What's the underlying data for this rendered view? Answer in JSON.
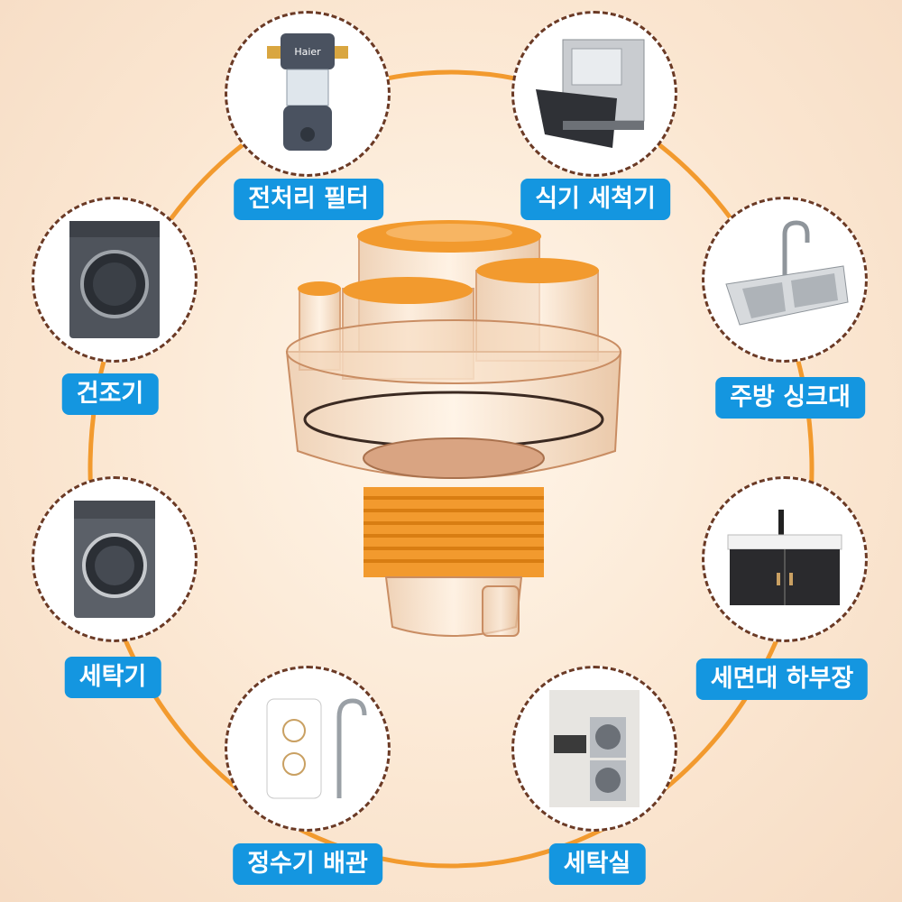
{
  "colors": {
    "accent_orange": "#f29a2e",
    "label_blue": "#1496e0",
    "dashed_border": "#6b3a25"
  },
  "applications": [
    {
      "label": "전처리 필터",
      "icon": "pre-filter-icon"
    },
    {
      "label": "식기 세척기",
      "icon": "dishwasher-icon"
    },
    {
      "label": "주방 싱크대",
      "icon": "kitchen-sink-icon"
    },
    {
      "label": "세면대 하부장",
      "icon": "vanity-cabinet-icon"
    },
    {
      "label": "세탁실",
      "icon": "laundry-room-icon"
    },
    {
      "label": "정수기 배관",
      "icon": "water-purifier-icon"
    },
    {
      "label": "세탁기",
      "icon": "washing-machine-icon"
    },
    {
      "label": "건조기",
      "icon": "dryer-icon"
    }
  ],
  "pre_filter_brand": "Haier"
}
